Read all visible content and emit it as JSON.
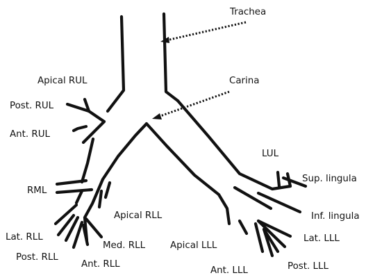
{
  "labels": {
    "trachea": "Trachea",
    "carina": "Carina",
    "apical_rul": "Apical RUL",
    "post_rul": "Post. RUL",
    "ant_rul": "Ant. RUL",
    "rml": "RML",
    "apical_rll": "Apical RLL",
    "lat_rll": "Lat. RLL",
    "med_rll": "Med. RLL",
    "post_rll": "Post. RLL",
    "ant_rll": "Ant. RLL",
    "lul": "LUL",
    "sup_lingula": "Sup. lingula",
    "inf_lingula": "Inf. lingula",
    "apical_lll": "Apical LLL",
    "lat_lll": "Lat. LLL",
    "ant_lll": "Ant. LLL",
    "post_lll": "Post. LLL"
  },
  "colors": {
    "ink": "#111111",
    "background": "#ffffff"
  }
}
